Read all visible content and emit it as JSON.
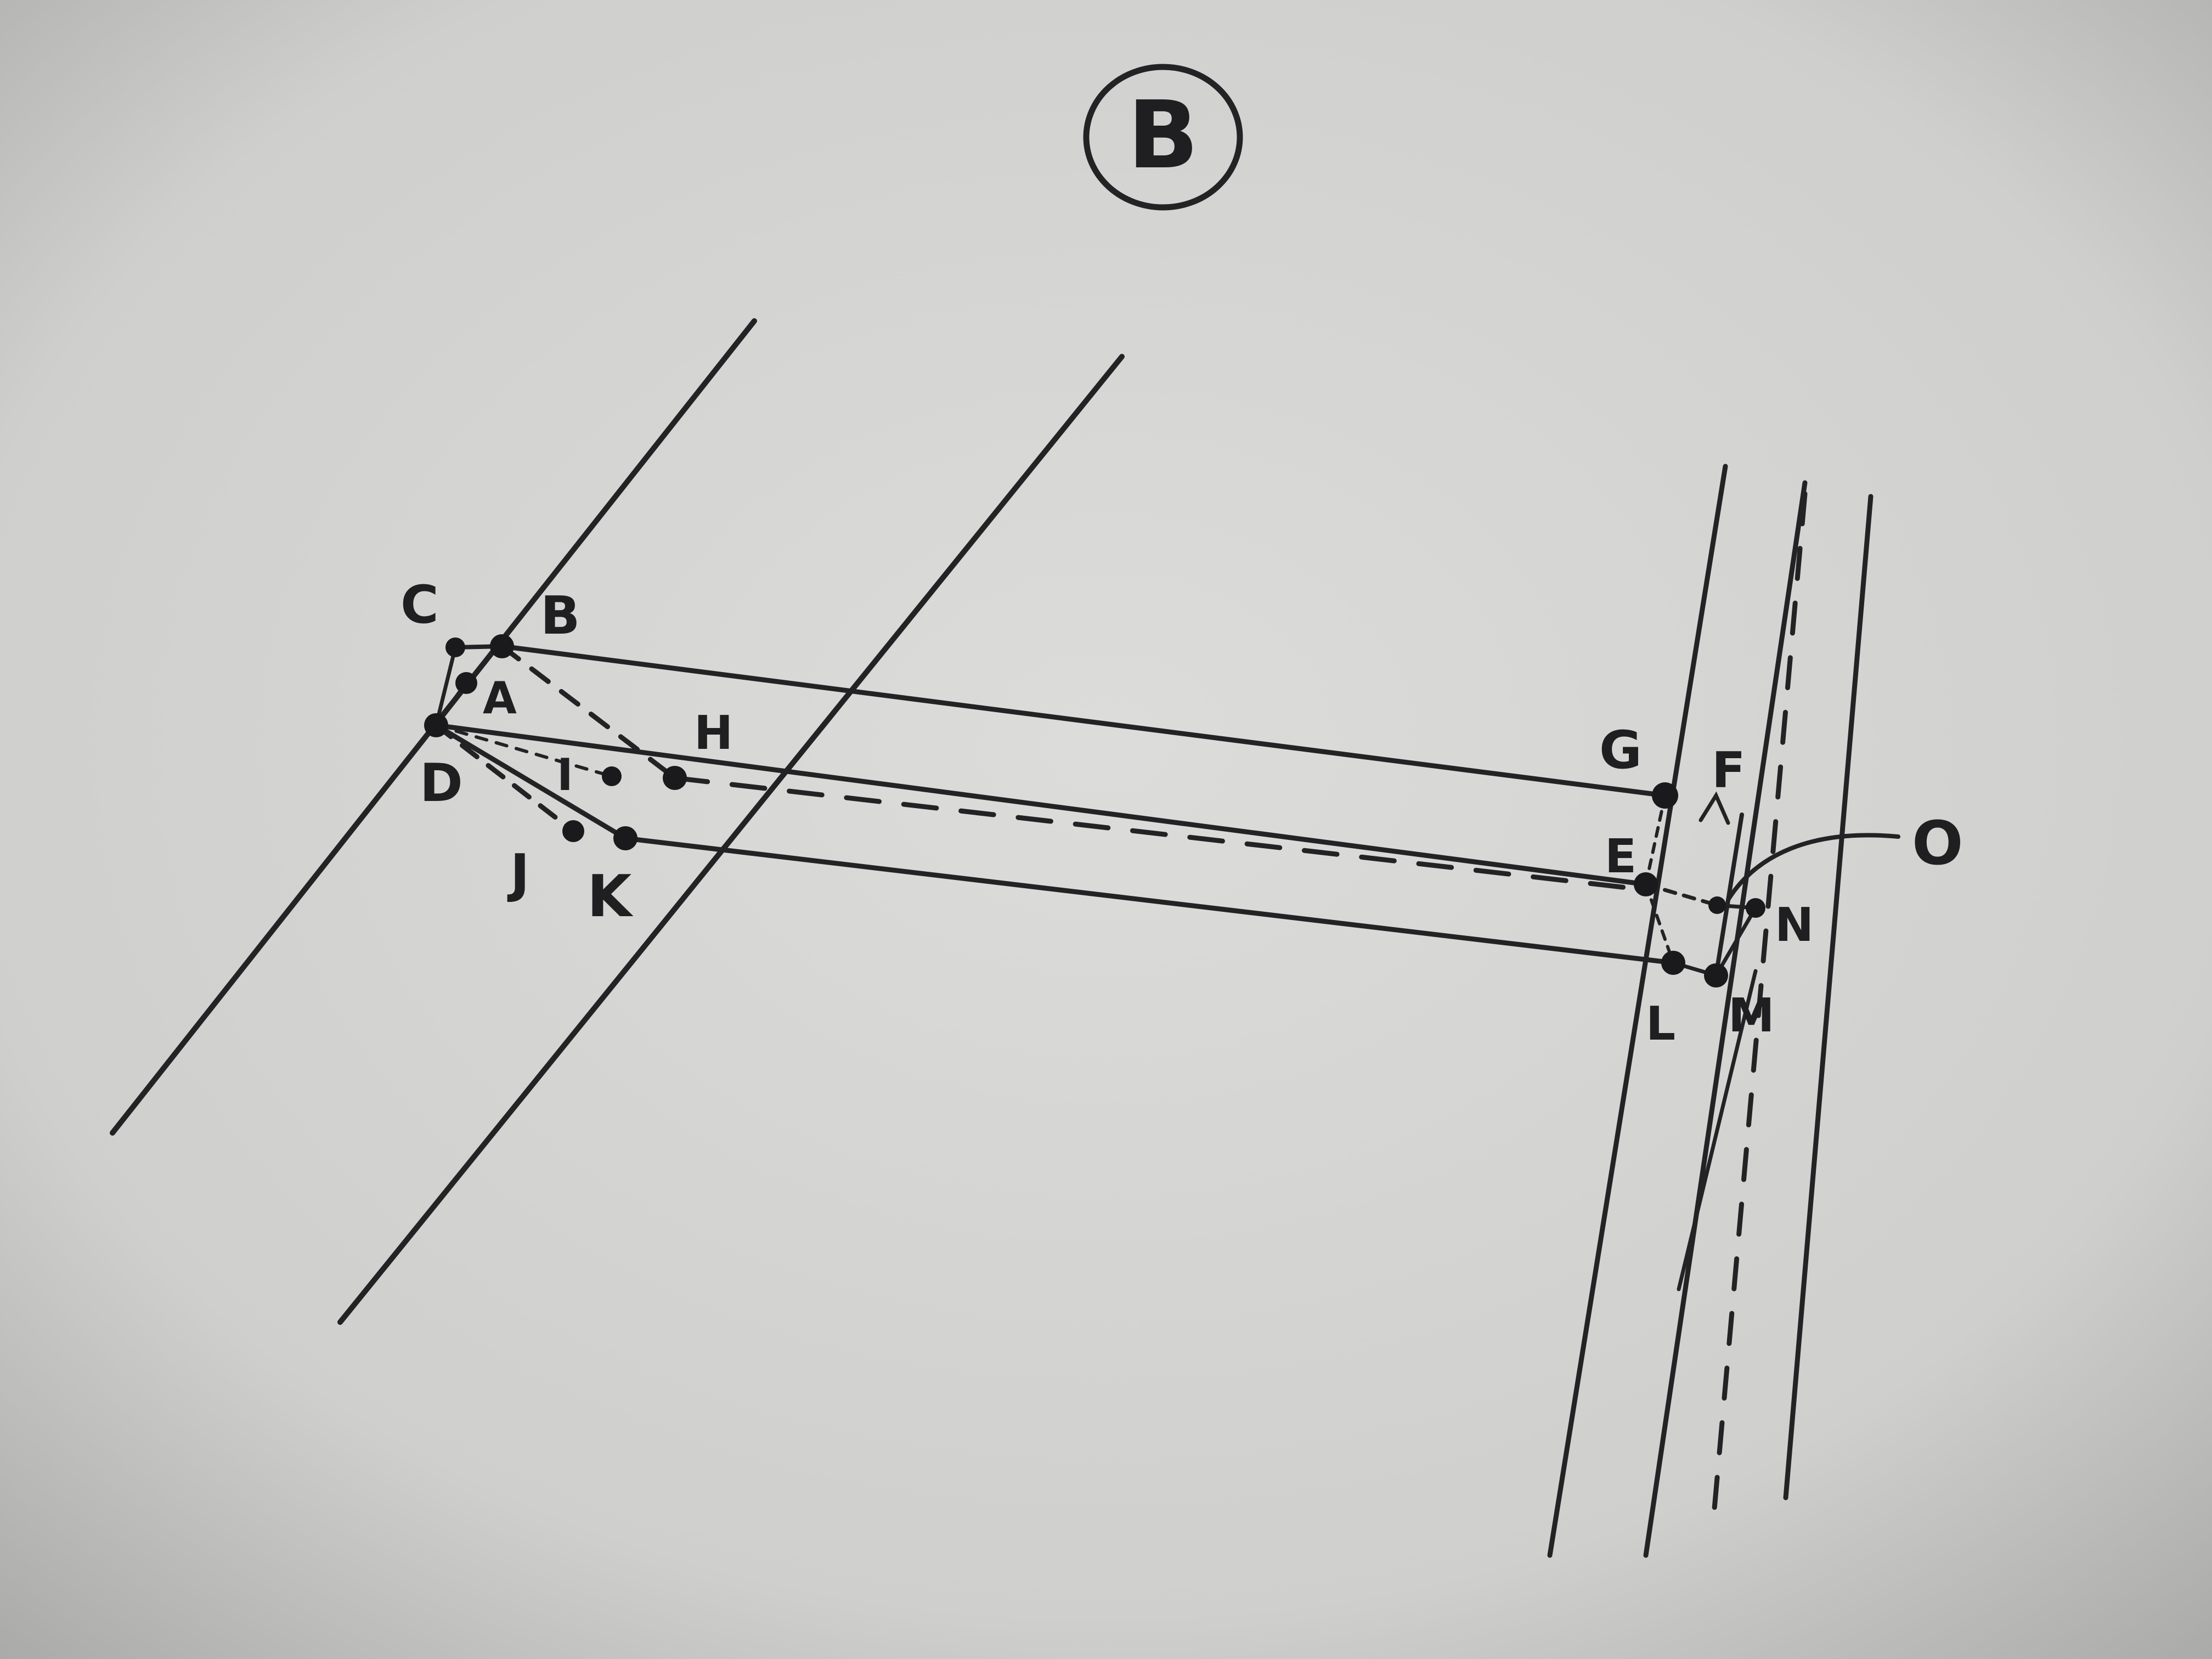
{
  "title": "B",
  "points": {
    "A": "A",
    "B": "B",
    "C": "C",
    "D": "D",
    "E": "E",
    "F": "F",
    "G": "G",
    "H": "H",
    "I": "I",
    "J": "J",
    "K": "K",
    "L": "L",
    "M": "M",
    "N": "N",
    "O": "O"
  },
  "colors": {
    "paper": "#cfcfcd",
    "ink": "#232326"
  }
}
